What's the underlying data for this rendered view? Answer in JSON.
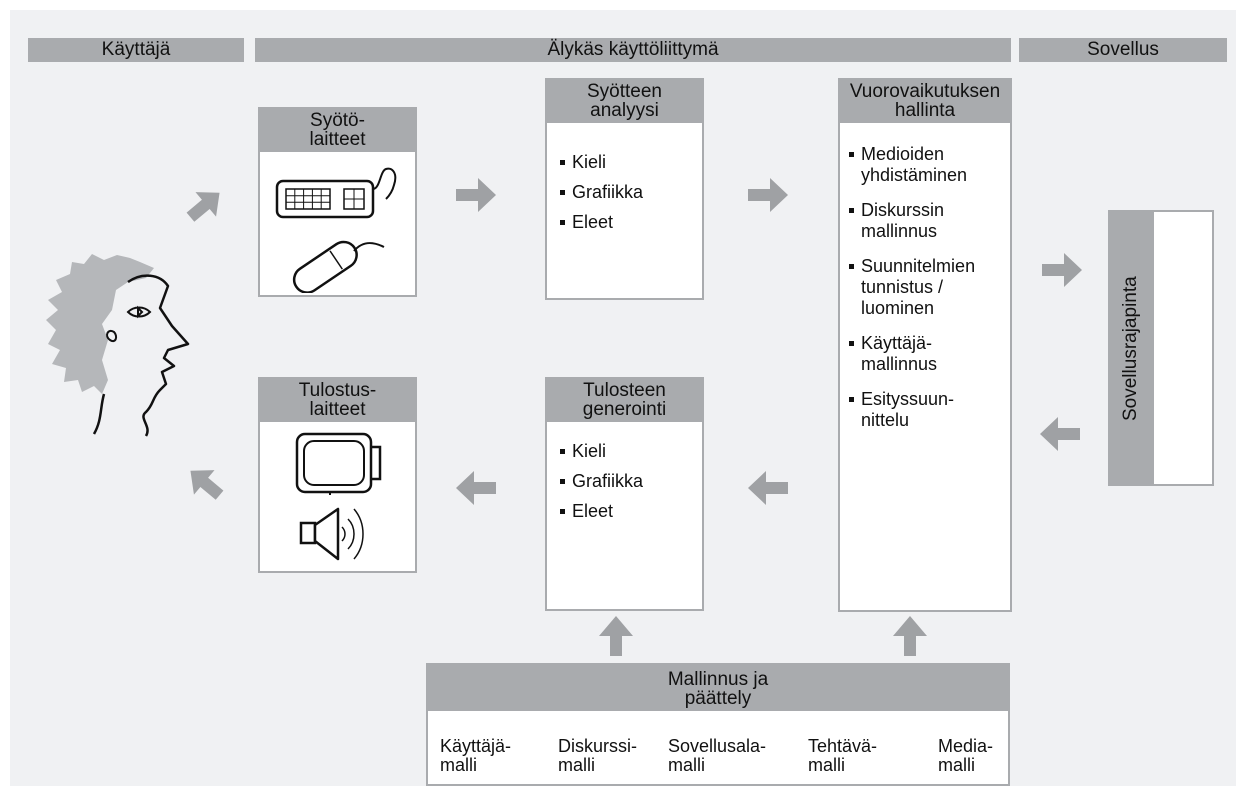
{
  "bands": {
    "user": "Käyttäjä",
    "interface": "Älykäs käyttöliittymä",
    "application": "Sovellus"
  },
  "input_devices": {
    "title": [
      "Syötö-",
      "laitteet"
    ],
    "icons": [
      "keyboard-icon",
      "mouse-icon"
    ]
  },
  "input_analysis": {
    "title": [
      "Syötteen",
      "analyysi"
    ],
    "items": [
      "Kieli",
      "Grafiikka",
      "Eleet"
    ]
  },
  "interaction": {
    "title": [
      "Vuorovaikutuksen",
      "hallinta"
    ],
    "items": [
      [
        "Medioiden",
        "yhdistäminen"
      ],
      [
        "Diskurssin",
        "mallinnus"
      ],
      [
        "Suunnitelmien",
        "tunnistus /",
        "luominen"
      ],
      [
        "Käyttäjä-",
        "mallinnus"
      ],
      [
        "Esityssuun-",
        "nittelu"
      ]
    ]
  },
  "output_devices": {
    "title": [
      "Tulostus-",
      "laitteet"
    ],
    "icons": [
      "monitor-icon",
      "speaker-icon"
    ]
  },
  "output_generation": {
    "title": [
      "Tulosteen",
      "generointi"
    ],
    "items": [
      "Kieli",
      "Grafiikka",
      "Eleet"
    ]
  },
  "app_interface": {
    "label": "Sovellusrajapinta"
  },
  "modeling": {
    "title": [
      "Mallinnus ja",
      "päättely"
    ],
    "models": [
      [
        "Käyttäjä-",
        "malli"
      ],
      [
        "Diskurssi-",
        "malli"
      ],
      [
        "Sovellusala-",
        "malli"
      ],
      [
        "Tehtävä-",
        "malli"
      ],
      [
        "Media-",
        "malli"
      ]
    ]
  },
  "colors": {
    "background": "#f0f1f3",
    "band": "#a9abae",
    "arrow": "#9fa1a4",
    "face_hair": "#b5b7ba"
  }
}
